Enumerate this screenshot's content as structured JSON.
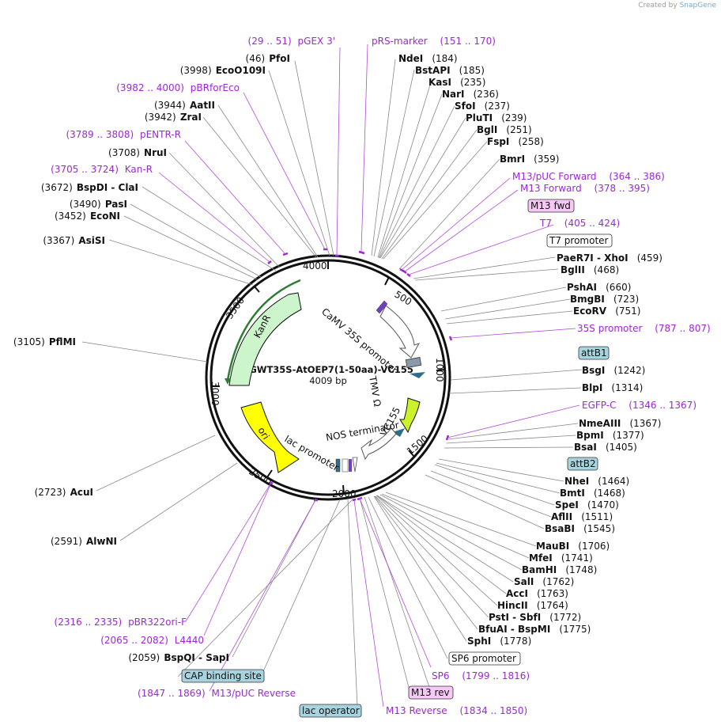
{
  "credit": {
    "prefix": "Created by",
    "brand": "SnapGene"
  },
  "plasmid": {
    "name": "pGWT35S-AtOEP7(1-50aa)-VC155",
    "size": "4009 bp"
  },
  "ticks": [
    "500",
    "1000",
    "1500",
    "2000",
    "2500",
    "3000",
    "3500",
    "4000"
  ],
  "features": {
    "camv": "CaMV 35S promoter",
    "tmv": "TMV Ω",
    "vc155": "VC155",
    "nos": "NOS terminator",
    "lac": "lac promoter",
    "ori": "ori",
    "kanr": "KanR"
  },
  "labels": [
    {
      "id": "pfoi",
      "pos": "(46)",
      "name": "PfoI"
    },
    {
      "id": "ecoo109i",
      "pos": "(3998)",
      "name": "EcoO109I"
    },
    {
      "id": "aatii",
      "pos": "(3944)",
      "name": "AatII"
    },
    {
      "id": "zrai",
      "pos": "(3942)",
      "name": "ZraI"
    },
    {
      "id": "nrui",
      "pos": "(3708)",
      "name": "NruI"
    },
    {
      "id": "bspdi",
      "pos": "(3672)",
      "name": "BspDI  -  ClaI"
    },
    {
      "id": "pasi",
      "pos": "(3490)",
      "name": "PasI"
    },
    {
      "id": "econi",
      "pos": "(3452)",
      "name": "EcoNI"
    },
    {
      "id": "asisi",
      "pos": "(3367)",
      "name": "AsiSI"
    },
    {
      "id": "pflmi",
      "pos": "(3105)",
      "name": "PflMI"
    },
    {
      "id": "acui",
      "pos": "(2723)",
      "name": "AcuI"
    },
    {
      "id": "alwni",
      "pos": "(2591)",
      "name": "AlwNI"
    },
    {
      "id": "bspqi",
      "pos": "(2059)",
      "name": "BspQI  -  SapI"
    },
    {
      "id": "ndei",
      "pos": "(184)",
      "name": "NdeI"
    },
    {
      "id": "bstapi",
      "pos": "(185)",
      "name": "BstAPI"
    },
    {
      "id": "kasi",
      "pos": "(235)",
      "name": "KasI"
    },
    {
      "id": "nari",
      "pos": "(236)",
      "name": "NarI"
    },
    {
      "id": "sfoi",
      "pos": "(237)",
      "name": "SfoI"
    },
    {
      "id": "pluti",
      "pos": "(239)",
      "name": "PluTI"
    },
    {
      "id": "bgli",
      "pos": "(251)",
      "name": "BglI"
    },
    {
      "id": "fspi",
      "pos": "(258)",
      "name": "FspI"
    },
    {
      "id": "bmri",
      "pos": "(359)",
      "name": "BmrI"
    },
    {
      "id": "paer7i",
      "pos": "(459)",
      "name": "PaeR7I  -  XhoI"
    },
    {
      "id": "bglii",
      "pos": "(468)",
      "name": "BglII"
    },
    {
      "id": "pshai",
      "pos": "(660)",
      "name": "PshAI"
    },
    {
      "id": "bmgbi",
      "pos": "(723)",
      "name": "BmgBI"
    },
    {
      "id": "ecorv",
      "pos": "(751)",
      "name": "EcoRV"
    },
    {
      "id": "bsgi",
      "pos": "(1242)",
      "name": "BsgI"
    },
    {
      "id": "blpi",
      "pos": "(1314)",
      "name": "BlpI"
    },
    {
      "id": "nmeaiii",
      "pos": "(1367)",
      "name": "NmeAIII"
    },
    {
      "id": "bpmi",
      "pos": "(1377)",
      "name": "BpmI"
    },
    {
      "id": "bsai",
      "pos": "(1405)",
      "name": "BsaI"
    },
    {
      "id": "nhei",
      "pos": "(1464)",
      "name": "NheI"
    },
    {
      "id": "bmti",
      "pos": "(1468)",
      "name": "BmtI"
    },
    {
      "id": "spei",
      "pos": "(1470)",
      "name": "SpeI"
    },
    {
      "id": "aflii",
      "pos": "(1511)",
      "name": "AflII"
    },
    {
      "id": "bsabi",
      "pos": "(1545)",
      "name": "BsaBI"
    },
    {
      "id": "maubi",
      "pos": "(1706)",
      "name": "MauBI"
    },
    {
      "id": "mfei",
      "pos": "(1741)",
      "name": "MfeI"
    },
    {
      "id": "bamhi",
      "pos": "(1748)",
      "name": "BamHI"
    },
    {
      "id": "sali",
      "pos": "(1762)",
      "name": "SalI"
    },
    {
      "id": "acci",
      "pos": "(1763)",
      "name": "AccI"
    },
    {
      "id": "hincii",
      "pos": "(1764)",
      "name": "HincII"
    },
    {
      "id": "psti",
      "pos": "(1772)",
      "name": "PstI  -  SbfI"
    },
    {
      "id": "bfuai",
      "pos": "(1775)",
      "name": "BfuAI  -  BspMI"
    },
    {
      "id": "sphi",
      "pos": "(1778)",
      "name": "SphI"
    }
  ],
  "primers": [
    {
      "id": "pgex3",
      "range": "(29 .. 51)",
      "name": "pGEX 3'"
    },
    {
      "id": "pbrforeco",
      "range": "(3982 .. 4000)",
      "name": "pBRforEco"
    },
    {
      "id": "pentrr",
      "range": "(3789 .. 3808)",
      "name": "pENTR-R"
    },
    {
      "id": "kanr",
      "range": "(3705 .. 3724)",
      "name": "Kan-R"
    },
    {
      "id": "prsmarker",
      "range": "(151 .. 170)",
      "name": "pRS-marker"
    },
    {
      "id": "m13puc",
      "range": "(364 .. 386)",
      "name": "M13/pUC Forward"
    },
    {
      "id": "m13f",
      "range": "(378 .. 395)",
      "name": "M13 Forward"
    },
    {
      "id": "t7",
      "range": "(405 .. 424)",
      "name": "T7"
    },
    {
      "id": "s35",
      "range": "(787 .. 807)",
      "name": "35S promoter"
    },
    {
      "id": "egfpc",
      "range": "(1346 .. 1367)",
      "name": "EGFP-C"
    },
    {
      "id": "sp6",
      "range": "(1799 .. 1816)",
      "name": "SP6"
    },
    {
      "id": "m13rev",
      "range": "(1834 .. 1850)",
      "name": "M13 Reverse"
    },
    {
      "id": "m13pucrev",
      "range": "(1847 .. 1869)",
      "name": "M13/pUC Reverse"
    },
    {
      "id": "l4440",
      "range": "(2065 .. 2082)",
      "name": "L4440"
    },
    {
      "id": "pbr322",
      "range": "(2316 .. 2335)",
      "name": "pBR322ori-F"
    }
  ],
  "boxes": [
    {
      "id": "m13fwd",
      "name": "M13 fwd"
    },
    {
      "id": "t7prom",
      "name": "T7 promoter"
    },
    {
      "id": "attb1",
      "name": "attB1"
    },
    {
      "id": "attb2",
      "name": "attB2"
    },
    {
      "id": "sp6prom",
      "name": "SP6 promoter"
    },
    {
      "id": "m13revbox",
      "name": "M13 rev"
    },
    {
      "id": "capsite",
      "name": "CAP binding site"
    },
    {
      "id": "lacop",
      "name": "lac operator"
    }
  ],
  "colors": {
    "primer": "#9c27d6",
    "kanr": "#ccf5cc",
    "ori": "#ffff00",
    "vc155": "#ccf22a",
    "attb": "#a8d4df",
    "pink": "#f6c8f6"
  }
}
